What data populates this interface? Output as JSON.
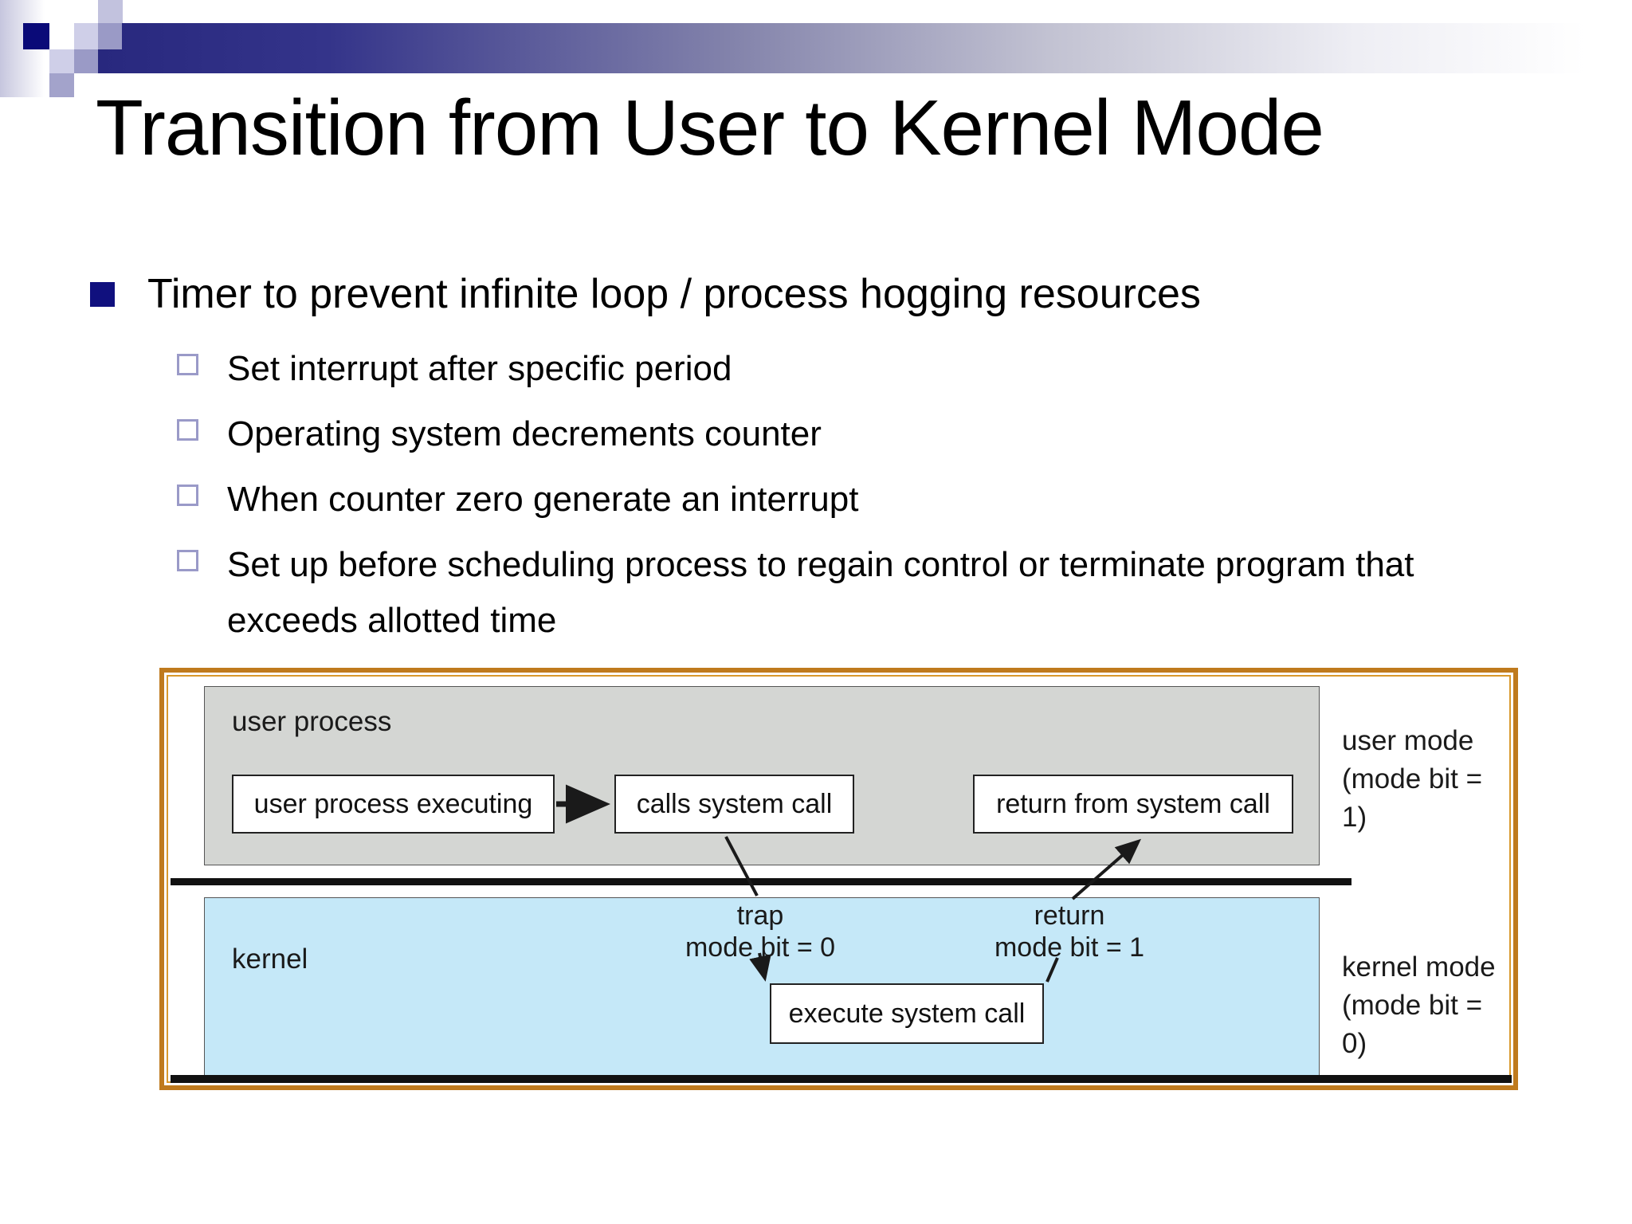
{
  "title": "Transition from User to Kernel Mode",
  "bullets": {
    "main": "Timer to prevent infinite loop / process hogging resources",
    "sub": [
      "Set interrupt after specific period",
      "Operating system decrements counter",
      "When counter zero generate an interrupt",
      "Set up before scheduling process to regain control or terminate program that exceeds allotted time"
    ]
  },
  "diagram": {
    "user_process_label": "user process",
    "kernel_label": "kernel",
    "nodes": {
      "user_process_executing": "user process executing",
      "calls_system_call": "calls system call",
      "return_from_system_call": "return from system call",
      "execute_system_call": "execute system call"
    },
    "transitions": {
      "trap_line1": "trap",
      "trap_line2": "mode bit = 0",
      "return_line1": "return",
      "return_line2": "mode bit = 1"
    },
    "side_labels": {
      "user_mode_line1": "user mode",
      "user_mode_line2": "(mode bit = 1)",
      "kernel_mode_line1": "kernel mode",
      "kernel_mode_line2": "(mode bit = 0)"
    },
    "colors": {
      "user_process_fill": "#d4d6d3",
      "kernel_fill": "#c5e8f8",
      "frame_orange": "#bf7a1d",
      "accent_navy": "#28287e",
      "bullet_navy": "#10107e",
      "sub_bullet_outline": "#9a9ac8"
    }
  }
}
